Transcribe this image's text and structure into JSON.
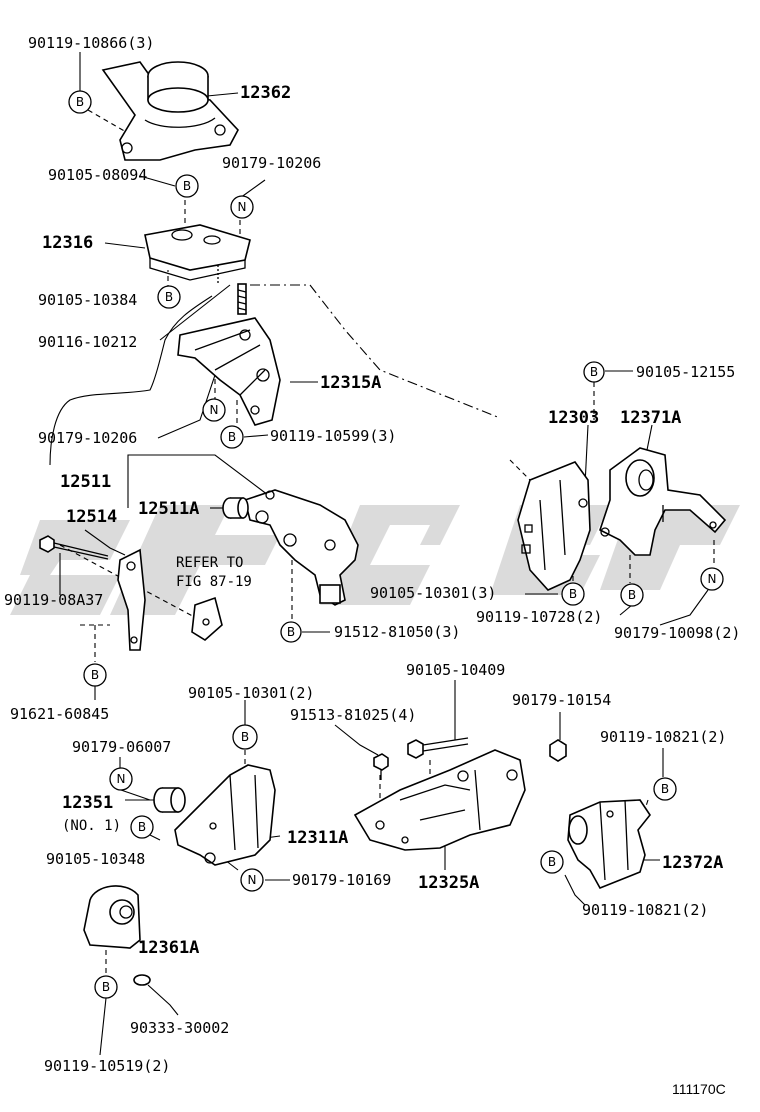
{
  "diagram_code": "111170C",
  "refer_note": {
    "line1": "REFER TO",
    "line2": "FIG 87-19"
  },
  "watermark": "Toyota parts watermark",
  "callout_letters": {
    "B": "B",
    "N": "N"
  },
  "parts": {
    "p90119_10866": "90119-10866(3)",
    "p12362": "12362",
    "p90105_08094": "90105-08094",
    "p90179_10206_top": "90179-10206",
    "p12316": "12316",
    "p90105_10384": "90105-10384",
    "p90116_10212": "90116-10212",
    "p12315A": "12315A",
    "p90179_10206_mid": "90179-10206",
    "p90119_10599": "90119-10599(3)",
    "p90105_12155": "90105-12155",
    "p12303": "12303",
    "p12371A": "12371A",
    "p12511": "12511",
    "p12511A": "12511A",
    "p12514": "12514",
    "p90119_08A37": "90119-08A37",
    "p90105_10301_right": "90105-10301(3)",
    "p90119_10728": "90119-10728(2)",
    "p90179_10098": "90179-10098(2)",
    "p91512_81050": "91512-81050(3)",
    "p91621_60845": "91621-60845",
    "p90105_10409": "90105-10409",
    "p90105_10301_left": "90105-10301(2)",
    "p90179_10154": "90179-10154",
    "p91513_81025": "91513-81025(4)",
    "p90179_06007": "90179-06007",
    "p90119_10821_top": "90119-10821(2)",
    "p12351": "12351",
    "p12351_note": "(NO. 1)",
    "p12311A": "12311A",
    "p90105_10348": "90105-10348",
    "p12325A": "12325A",
    "p12372A": "12372A",
    "p90179_10169": "90179-10169",
    "p90119_10821_bot": "90119-10821(2)",
    "p12361A": "12361A",
    "p90333_30002": "90333-30002",
    "p90119_10519": "90119-10519(2)"
  }
}
